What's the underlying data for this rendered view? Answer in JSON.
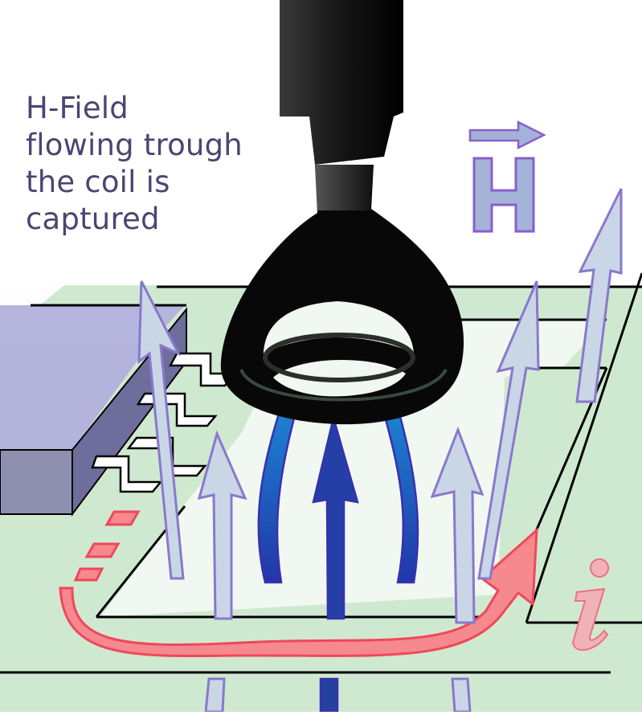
{
  "caption": {
    "lines": [
      "H-Field",
      "flowing trough",
      "the coil is",
      "captured"
    ]
  },
  "labels": {
    "field_symbol": "H",
    "current_symbol": "i"
  },
  "icons": {
    "probe": "near-field-probe-loop",
    "field_vector": "vector-arrow-H",
    "current": "current-arrow-i"
  },
  "colors": {
    "caption_text": "#4e4470",
    "board_green": "#cfe9d0",
    "board_light": "#eef7ef",
    "trace_outline": "#000000",
    "component_top": "#b3b3dc",
    "component_front": "#8f8fb0",
    "component_side": "#6e6e9c",
    "field_arrow_fill": "#c9d6e6",
    "field_arrow_stroke": "#8a78cc",
    "captured_arrow_fill": "#1e9bd6",
    "captured_arrow_dark": "#2330a0",
    "current_fill": "#f5898d",
    "current_stroke": "#f0475a",
    "probe_body": "#0c0c0c",
    "H_fill": "#a3b3d8",
    "H_stroke": "#8a5ecb"
  }
}
